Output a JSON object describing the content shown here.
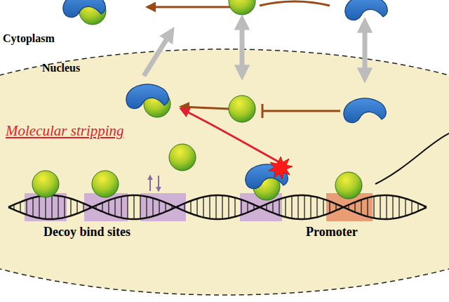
{
  "diagram": {
    "nodes": [
      {
        "text": [
          "Nucleus"
        ]
      }
    ],
    "labels": [
      "Cytoplasm",
      "Molecular stripping",
      "Decoy bind sites",
      "Promoter"
    ]
  }
}
